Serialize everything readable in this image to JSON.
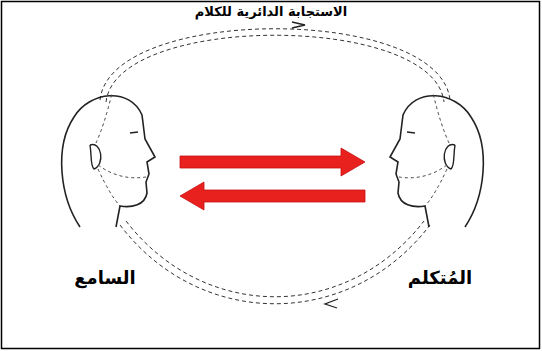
{
  "diagram": {
    "title": "الاستجابة الدائرية للكلام",
    "nodes": [
      {
        "text": [
          "المُتكلم"
        ]
      },
      {
        "text": [
          "السامع"
        ]
      }
    ],
    "edges": [
      {
        "from": 1,
        "to": 0,
        "arrow": "to"
      },
      {
        "from": 0,
        "to": 1,
        "arrow": "to"
      }
    ]
  }
}
